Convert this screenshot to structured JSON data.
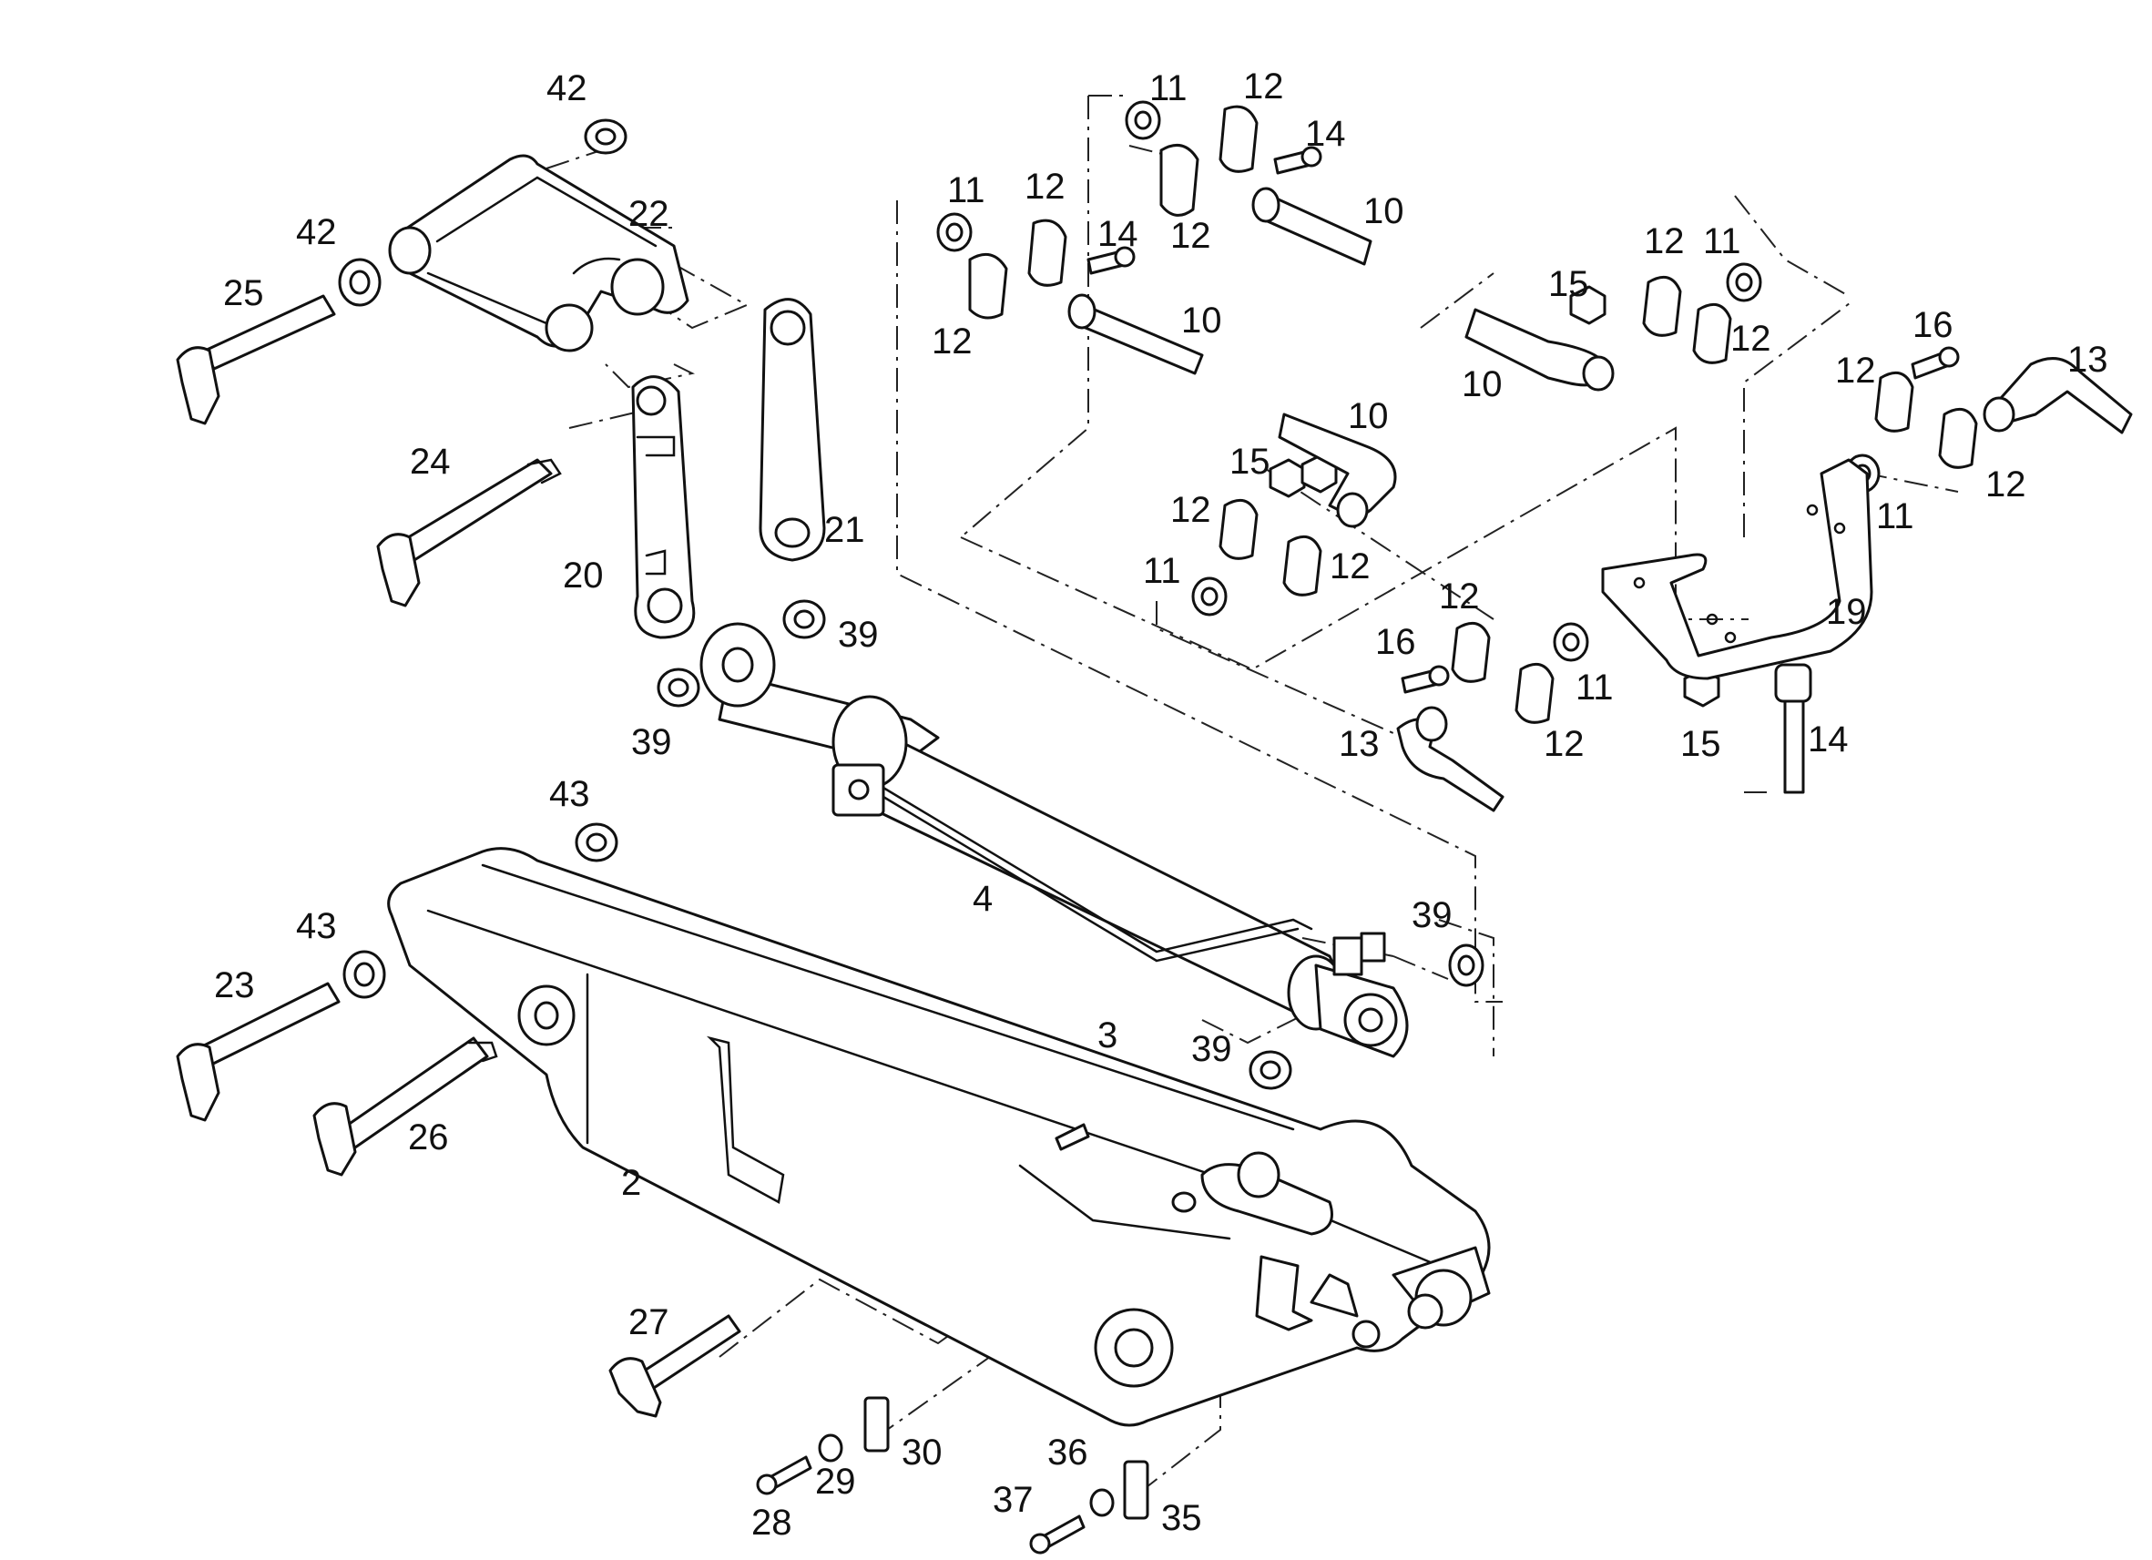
{
  "callouts": {
    "p2": "2",
    "p3": "3",
    "p4": "4",
    "p10a": "10",
    "p10b": "10",
    "p10c": "10",
    "p10d": "10",
    "p11a": "11",
    "p11b": "11",
    "p11c": "11",
    "p11d": "11",
    "p11e": "11",
    "p11f": "11",
    "p12a": "12",
    "p12b": "12",
    "p12c": "12",
    "p12d": "12",
    "p12e": "12",
    "p12f": "12",
    "p12g": "12",
    "p12h": "12",
    "p12i": "12",
    "p12j": "12",
    "p12k": "12",
    "p12l": "12",
    "p13a": "13",
    "p13b": "13",
    "p14a": "14",
    "p14b": "14",
    "p14c": "14",
    "p15a": "15",
    "p15b": "15",
    "p15c": "15",
    "p16a": "16",
    "p16b": "16",
    "p19": "19",
    "p20": "20",
    "p21": "21",
    "p22": "22",
    "p23": "23",
    "p24": "24",
    "p25": "25",
    "p26": "26",
    "p27": "27",
    "p28": "28",
    "p29": "29",
    "p30": "30",
    "p35": "35",
    "p36": "36",
    "p37": "37",
    "p39a": "39",
    "p39b": "39",
    "p39c": "39",
    "p39d": "39",
    "p42a": "42",
    "p42b": "42",
    "p43a": "43",
    "p43b": "43"
  }
}
